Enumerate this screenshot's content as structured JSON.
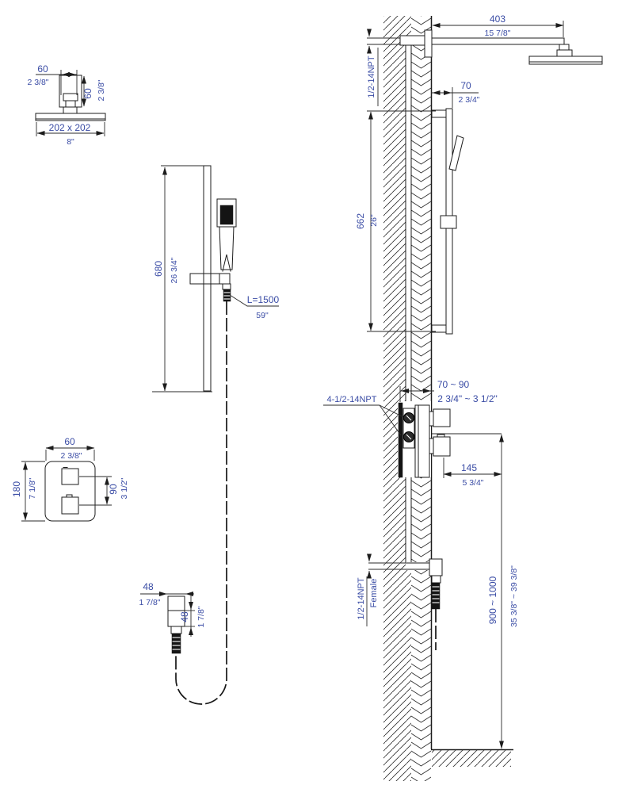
{
  "colors": {
    "dim_text": "#3a4ca5",
    "line": "#1c1c1c"
  },
  "head_detail": {
    "width_mm": "60",
    "width_in": "2 3/8\"",
    "height_mm": "60",
    "height_in": "2 3/8\"",
    "face_mm": "202 x 202",
    "face_in": "8\""
  },
  "arm": {
    "length_mm": "403",
    "length_in": "15 7/8\"",
    "thread": "1/2-14NPT"
  },
  "bar_offset": {
    "mm": "70",
    "in": "2 3/4\""
  },
  "bar_span": {
    "mm": "662",
    "in": "26\""
  },
  "bar_front": {
    "mm": "680",
    "in": "26 3/4\""
  },
  "hose": {
    "length": "L=1500",
    "length_in": "59\""
  },
  "valve_front": {
    "width_mm": "60",
    "width_in": "2 3/8\"",
    "height_mm": "180",
    "height_in": "7 1/8\"",
    "handles_mm": "90",
    "handles_in": "3 1/2\""
  },
  "valve_side": {
    "thread": "4-1/2-14NPT",
    "depth_mm": "70 ~ 90",
    "depth_in": "2 3/4\" ~ 3 1/2\"",
    "offset_mm": "145",
    "offset_in": "5 3/4\""
  },
  "outlet_front": {
    "width_mm": "48",
    "width_in": "1 7/8\"",
    "height_mm": "48",
    "height_in": "1 7/8\""
  },
  "outlet_side": {
    "thread": "1/2-14NPT",
    "thread2": "Female"
  },
  "mount_height": {
    "mm": "900 ~ 1000",
    "in": "35 3/8\" ~ 39 3/8\""
  }
}
